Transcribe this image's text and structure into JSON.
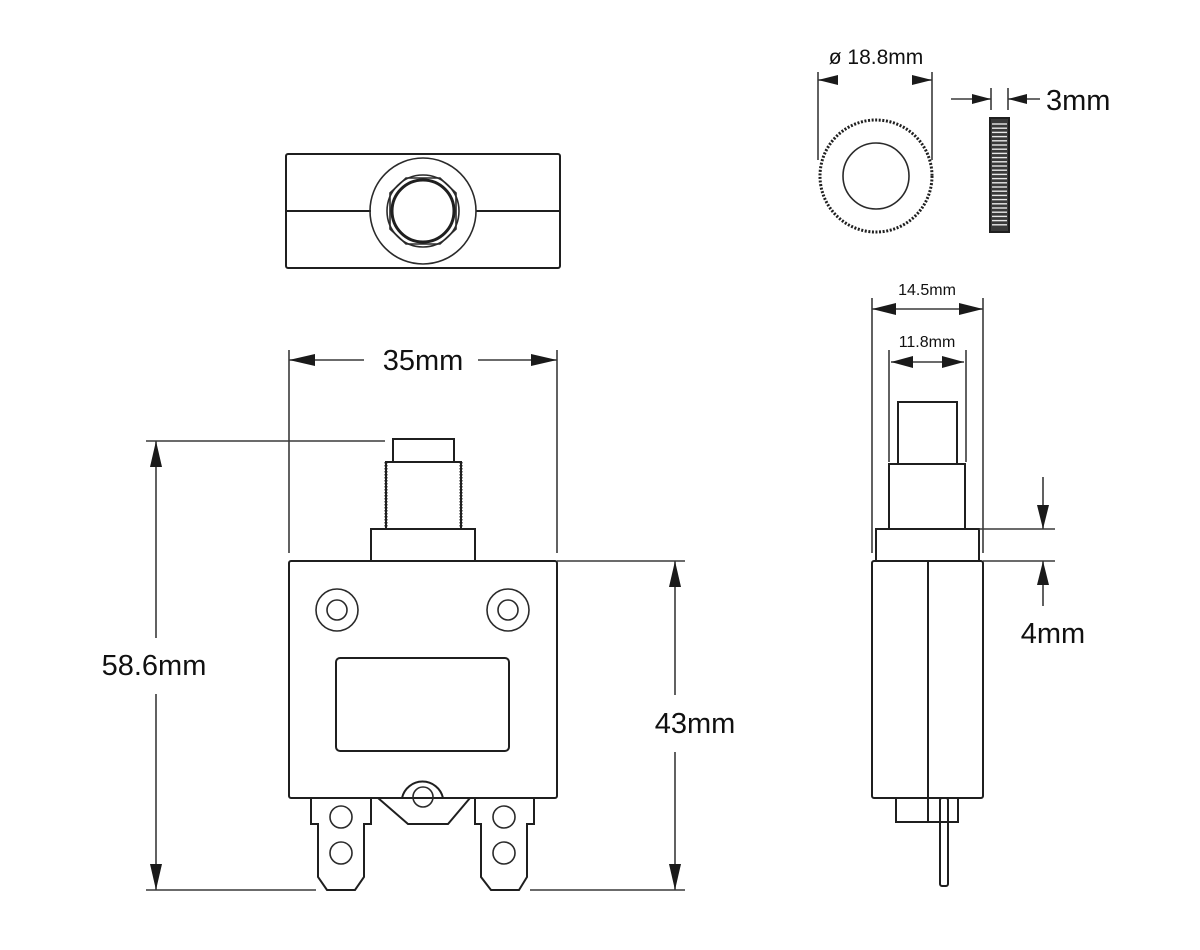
{
  "drawing": {
    "subject": "Push-button circuit breaker dimensional drawing",
    "line_color": "#1f1f1f",
    "background": "#ffffff",
    "views": [
      {
        "id": "top-view",
        "description": "Top view of breaker with threaded bushing"
      },
      {
        "id": "front-view",
        "description": "Front view with mounting holes, label window and quick-connect terminals"
      },
      {
        "id": "side-view",
        "description": "Side view showing button, bushing and single tab terminal"
      },
      {
        "id": "nut-face-view",
        "description": "Knurled mounting nut face"
      },
      {
        "id": "nut-edge-view",
        "description": "Knurled mounting nut edge"
      }
    ]
  },
  "dimensions": {
    "overall_width": "35mm",
    "overall_height": "58.6mm",
    "body_height": "43mm",
    "nut_diameter": "ø 18.8mm",
    "nut_thickness": "3mm",
    "flange_width": "14.5mm",
    "bushing_width": "11.8mm",
    "flange_thickness": "4mm"
  }
}
